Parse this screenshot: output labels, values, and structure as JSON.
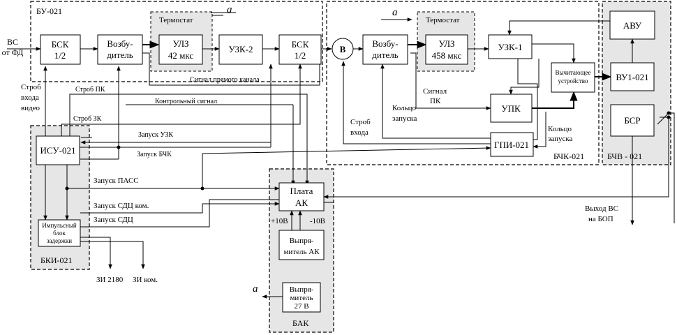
{
  "groups": {
    "bu": "БУ-021",
    "bchk": "БЧК-021",
    "bchv": "БЧВ - 021",
    "bki": "БКИ-021",
    "bak": "БАК"
  },
  "blocks": {
    "bsk1": [
      "БСК",
      "1/2"
    ],
    "vozb1": [
      "Возбу-",
      "дитель"
    ],
    "thermo1": "Термостат",
    "ulz1": [
      "УЛЗ",
      "42 мкс"
    ],
    "uzk2": "УЗК-2",
    "bsk2": [
      "БСК",
      "1/2"
    ],
    "b_circle": "В",
    "vozb2": [
      "Возбу-",
      "дитель"
    ],
    "thermo2": "Термостат",
    "ulz2": [
      "УЛЗ",
      "458 мкс"
    ],
    "uzk1": "УЗК-1",
    "vych": [
      "Вычитающее",
      "устройство"
    ],
    "upk": "УПК",
    "gpi": "ГПИ-021",
    "avu": "АВУ",
    "vu1": "ВУ1-021",
    "bsr": "БСР",
    "isu": "ИСУ-021",
    "imp": [
      "Импульсный",
      "блок",
      "задержки"
    ],
    "plata": [
      "Плата",
      "АК"
    ],
    "vypr_ak": [
      "Выпря-",
      "митель АК"
    ],
    "vypr_27": [
      "Выпря-",
      "митель",
      "27 В"
    ]
  },
  "labels": {
    "vs_in": [
      "ВС",
      "от ФД"
    ],
    "a1": "а",
    "a2": "а",
    "a3": "а",
    "signal_direct": "Сигнал прямого канала",
    "strob_pk": "Строб ПК",
    "strob_zk": "Строб ЗК",
    "control_signal": "Контрольный сигнал",
    "strob_video": [
      "Строб",
      "входа",
      "видео"
    ],
    "zapusk_uzk": "Запуск УЗК",
    "zapusk_bchk": "Запуск БЧК",
    "zapusk_pass": "Запуск ПАСС",
    "zapusk_sdc_kom": "Запуск СДЦ ком.",
    "zapusk_sdc": "Запуск СДЦ",
    "signal_pk": [
      "Сигнал",
      "ПК"
    ],
    "strob_vhoda": [
      "Строб",
      "входа"
    ],
    "koltso1": [
      "Кольцо",
      "запуска"
    ],
    "koltso2": [
      "Кольцо",
      "запуска"
    ],
    "plus10": "+10В",
    "minus10": "-10В",
    "zi2180": "ЗИ 2180",
    "zikom": "ЗИ ком.",
    "vyhod_vs": [
      "Выход ВС",
      "на БОП"
    ]
  }
}
